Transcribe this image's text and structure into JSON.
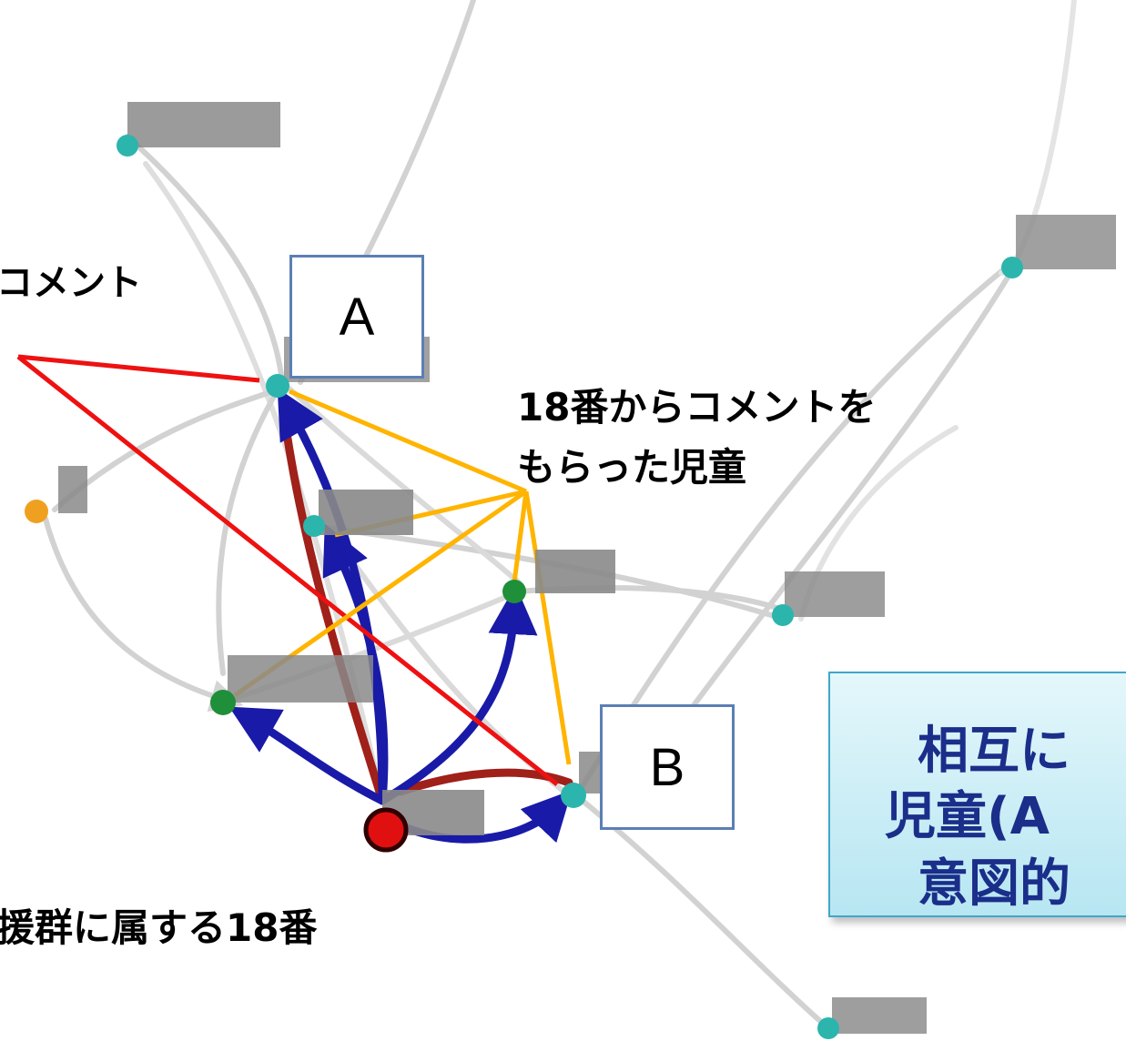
{
  "labels": {
    "box_a": "A",
    "box_b": "B",
    "comment_partial": "コメント",
    "received_line1": "18番からコメントを",
    "received_line2": "もらった児童",
    "student18_partial": "援群に属する18番"
  },
  "callout": {
    "line1": "相互に",
    "line2": "児童(A",
    "line3": "意図的"
  },
  "colors": {
    "teal_node": "#2bb5ad",
    "green_node": "#1f8f3a",
    "orange_node": "#f0a020",
    "red_node": "#e01010",
    "blue_arrow": "#1a1aa8",
    "darkred_arrow": "#a0201a",
    "red_line": "#ee1111",
    "yellow_line": "#ffb400",
    "gray_edge": "#cfcfcf"
  }
}
